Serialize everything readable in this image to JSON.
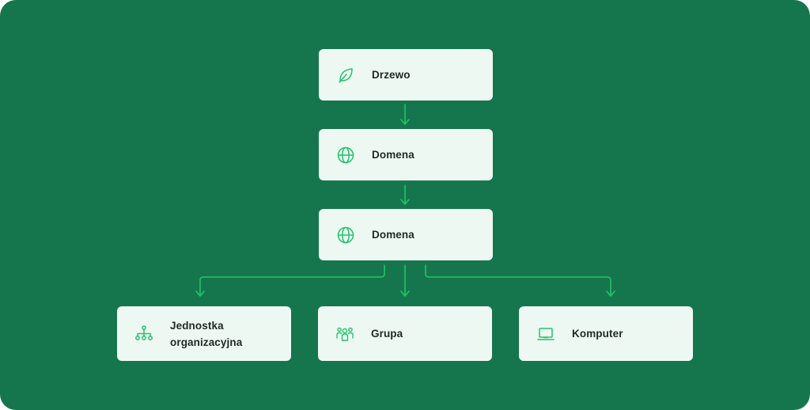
{
  "colors": {
    "background": "#15764d",
    "card": "#eef8f3",
    "accent": "#22c468",
    "text": "#1f2a24"
  },
  "nodes": {
    "tree": {
      "label": "Drzewo",
      "icon": "leaf-icon"
    },
    "domain_1": {
      "label": "Domena",
      "icon": "globe-icon"
    },
    "domain_2": {
      "label": "Domena",
      "icon": "globe-icon"
    },
    "org_unit": {
      "label_line1": "Jednostka",
      "label_line2": "organizacyjna",
      "icon": "hierarchy-icon"
    },
    "group": {
      "label": "Grupa",
      "icon": "users-icon"
    },
    "computer": {
      "label": "Komputer",
      "icon": "laptop-icon"
    }
  }
}
